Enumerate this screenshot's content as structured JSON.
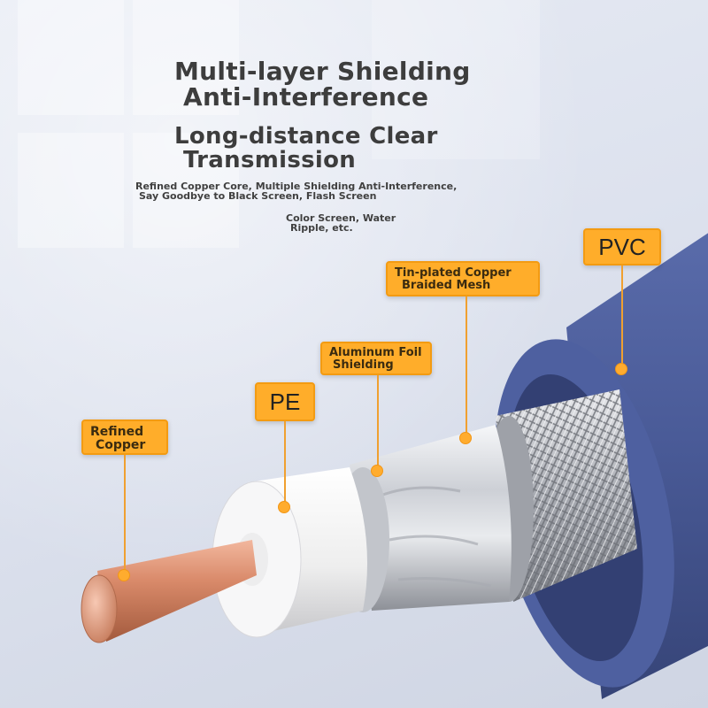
{
  "headline": {
    "line1": "Multi-layer Shielding",
    "line2": "Anti-Interference",
    "line3": "Long-distance Clear",
    "line4": "Transmission"
  },
  "description": {
    "line1": "Refined Copper Core, Multiple Shielding Anti-Interference,",
    "line2": "Say Goodbye to Black Screen, Flash Screen",
    "line3": "Color Screen, Water",
    "line4": "Ripple, etc."
  },
  "labels": {
    "pvc": "PVC",
    "braid_line1": "Tin-plated Copper",
    "braid_line2": "Braided Mesh",
    "foil_line1": "Aluminum Foil",
    "foil_line2": "Shielding",
    "pe": "PE",
    "copper_line1": "Refined",
    "copper_line2": "Copper"
  },
  "colors": {
    "callout": "#ffad2a",
    "copper": "#d98a6a",
    "pvc_jacket": "#4b5d9a",
    "pe_insulation": "#f4f4f4",
    "braid": "#b9bcc2",
    "foil": "#d6d8dc"
  }
}
